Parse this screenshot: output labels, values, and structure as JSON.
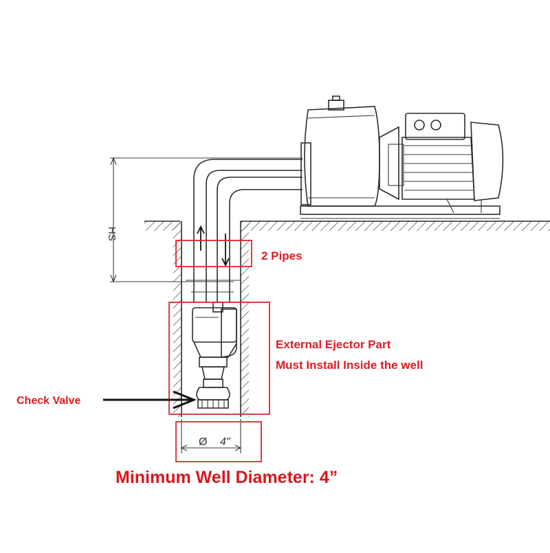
{
  "labels": {
    "pipes": "2 Pipes",
    "ejector_line1": "External Ejector Part",
    "ejector_line2": "Must Install Inside the well",
    "check_valve": "Check Valve",
    "dimension_hs": "HS",
    "diameter_symbol": "Ø",
    "diameter_value": "4\"",
    "footer": "Minimum Well Diameter: 4”"
  },
  "colors": {
    "annotation_red": "#e0242b",
    "line_ink": "#2b2b2b",
    "background": "#ffffff"
  },
  "icons": {
    "up_arrow": "arrow-up-icon",
    "down_arrow": "arrow-down-icon",
    "pointer_arrow": "arrow-right-icon"
  }
}
